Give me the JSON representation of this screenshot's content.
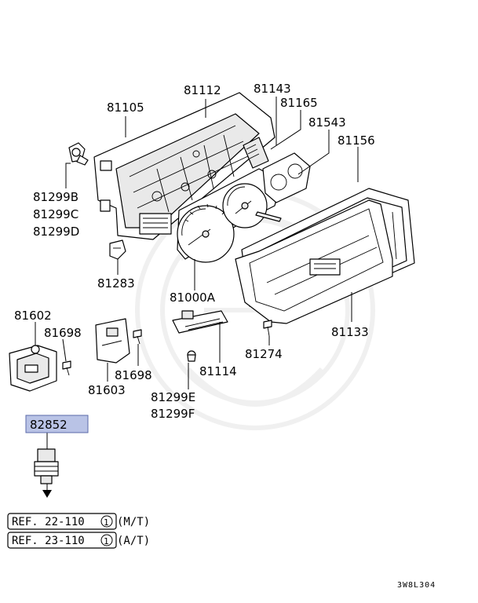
{
  "labels": {
    "p81105": "81105",
    "p81112": "81112",
    "p81143": "81143",
    "p81165": "81165",
    "p81543": "81543",
    "p81156": "81156",
    "p81299b": "81299B",
    "p81299c": "81299C",
    "p81299d": "81299D",
    "p81283": "81283",
    "p81000a": "81000A",
    "p81133": "81133",
    "p81602": "81602",
    "p81698a": "81698",
    "p81698b": "81698",
    "p81603": "81603",
    "p81114": "81114",
    "p81274": "81274",
    "p81299e": "81299E",
    "p81299f": "81299F",
    "p82852": "82852"
  },
  "refs": [
    {
      "text": "REF. 22-110",
      "circle": "1",
      "suffix": "(M/T)"
    },
    {
      "text": "REF. 23-110",
      "circle": "1",
      "suffix": "(A/T)"
    }
  ],
  "diagram_code": "3W8L304",
  "colors": {
    "highlight_fill": "#b9c3e6",
    "highlight_border": "#5a6aa8",
    "ink": "#000000"
  }
}
